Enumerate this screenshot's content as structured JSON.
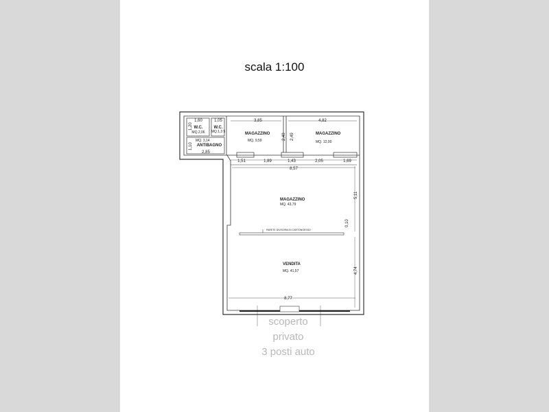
{
  "title": "scala 1:100",
  "outside_label": [
    "scoperto",
    "privato",
    "3 posti auto"
  ],
  "rooms": {
    "wc1": {
      "name": "W.C.",
      "area": "MQ.2,06"
    },
    "wc2": {
      "name": "W.C.",
      "area": "MQ.1,3 5"
    },
    "antibagno": {
      "name": "ANTIBAGNO",
      "area": "MQ. 3,14"
    },
    "magazzino1": {
      "name": "MAGAZZINO",
      "area": "MQ. 9,59"
    },
    "magazzino2": {
      "name": "MAGAZZINO",
      "area": "MQ. 12,00"
    },
    "magazzino3": {
      "name": "MAGAZZINO",
      "area": "MQ. 43,79"
    },
    "vendita": {
      "name": "VENDITA",
      "area": "MQ. 41,57"
    }
  },
  "partition_label": "PARETE DIVISORIA IN CARTONGESSO",
  "dimensions": {
    "wc1_w": "1,60",
    "wc1_h": "1,20",
    "wc2_w": "1,05",
    "antibagno_w": "2,85",
    "antibagno_h": "1,10",
    "mag1_w": "3,85",
    "mag1_h": "2,49",
    "mag2_h": "2,49",
    "mag2_w": "4,82",
    "d1": "1,51",
    "d2": "1,89",
    "d3": "1,43",
    "d4": "2,05",
    "d5": "1,69",
    "top_width": "8,57",
    "mag3_h": "5,11",
    "wall": "0,10",
    "vendita_h": "4,74",
    "bottom_width": "8,77"
  }
}
